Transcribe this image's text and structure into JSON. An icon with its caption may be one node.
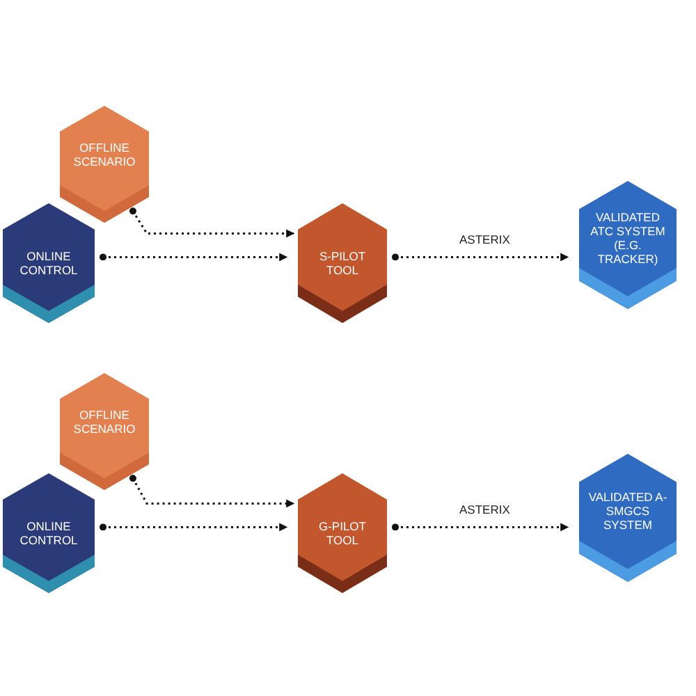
{
  "diagram": {
    "nodes": [
      {
        "text": [
          "OFFLINE SCENARIO"
        ]
      },
      {
        "text": [
          "ONLINE CONTROL"
        ]
      },
      {
        "text": [
          "S-PILOT TOOL"
        ]
      },
      {
        "text": [
          "VALIDATED ATC SYSTEM (E.G. TRACKER)"
        ]
      },
      {
        "text": [
          "OFFLINE SCENARIO"
        ]
      },
      {
        "text": [
          "ONLINE CONTROL"
        ]
      },
      {
        "text": [
          "G-PILOT TOOL"
        ]
      },
      {
        "text": [
          "VALIDATED A-SMGCS SYSTEM"
        ]
      }
    ],
    "edges": [
      {
        "from": 0,
        "to": 2,
        "arrow": "to",
        "style": "dashed"
      },
      {
        "from": 1,
        "to": 2,
        "arrow": "to",
        "style": "dashed"
      },
      {
        "from": 2,
        "to": 3,
        "arrow": "to",
        "style": "dashed",
        "label": "ASTERIX"
      },
      {
        "from": 4,
        "to": 6,
        "arrow": "to",
        "style": "dashed"
      },
      {
        "from": 5,
        "to": 6,
        "arrow": "to",
        "style": "dashed"
      },
      {
        "from": 6,
        "to": 7,
        "arrow": "to",
        "style": "dashed",
        "label": "ASTERIX"
      }
    ]
  }
}
